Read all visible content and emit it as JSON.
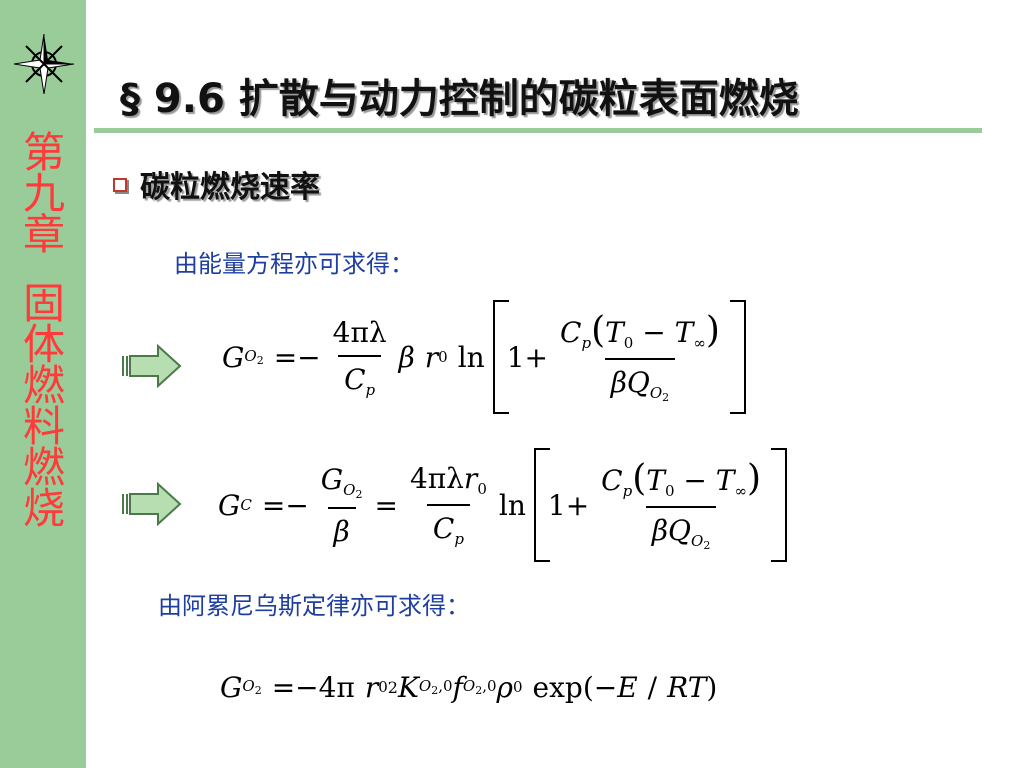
{
  "sidebar": {
    "icon": "compass-star-icon",
    "chapter_chars": [
      "第",
      "九",
      "章"
    ],
    "topic_chars": [
      "固",
      "体",
      "燃",
      "料",
      "燃",
      "烧"
    ],
    "background": "#99cc99",
    "text_color": "#ff3a3a"
  },
  "title": "§ 9.6 扩散与动力控制的碳粒表面燃烧",
  "bullet": {
    "icon": "checkbox-bullet-icon",
    "heading": "碳粒燃烧速率"
  },
  "notes": {
    "energy_equation": "由能量方程亦可求得：",
    "arrhenius_law": "由阿累尼乌斯定律亦可求得："
  },
  "equations": {
    "eq1": {
      "G": "G",
      "O": "O",
      "two": "2",
      "eq": "=",
      "minus": "−",
      "num": "4πλ",
      "Cp_C": "C",
      "p": "p",
      "beta": "β",
      "r": "r",
      "zero": "0",
      "ln": "ln",
      "one": "1",
      "plus": "+",
      "T": "T",
      "inf": "∞",
      "Q": "Q",
      "lp": "(",
      "rp": ")"
    },
    "eq2": {
      "G": "G",
      "C": "C",
      "O": "O",
      "two": "2",
      "eq": "=",
      "minus": "−",
      "beta": "β",
      "num": "4πλ",
      "r": "r",
      "zero": "0",
      "p": "p",
      "ln": "ln",
      "one": "1",
      "plus": "+",
      "T": "T",
      "inf": "∞",
      "Q": "Q",
      "lp": "(",
      "rp": ")"
    },
    "eq3": {
      "G": "G",
      "O": "O",
      "two": "2",
      "eq": "=",
      "coef": "−4π",
      "r": "r",
      "zero": "0",
      "K": "K",
      "comma0": ",0",
      "f": "f",
      "rho": "ρ",
      "exp": "exp(",
      "minus": "−",
      "E": "E",
      "slash": "/",
      "RT": "RT",
      "rp": ")"
    }
  },
  "arrows": [
    "right-arrow-icon",
    "right-arrow-icon"
  ],
  "colors": {
    "band": "#99cc99",
    "note": "#1f3fa0",
    "bullet": "#c0392b"
  }
}
